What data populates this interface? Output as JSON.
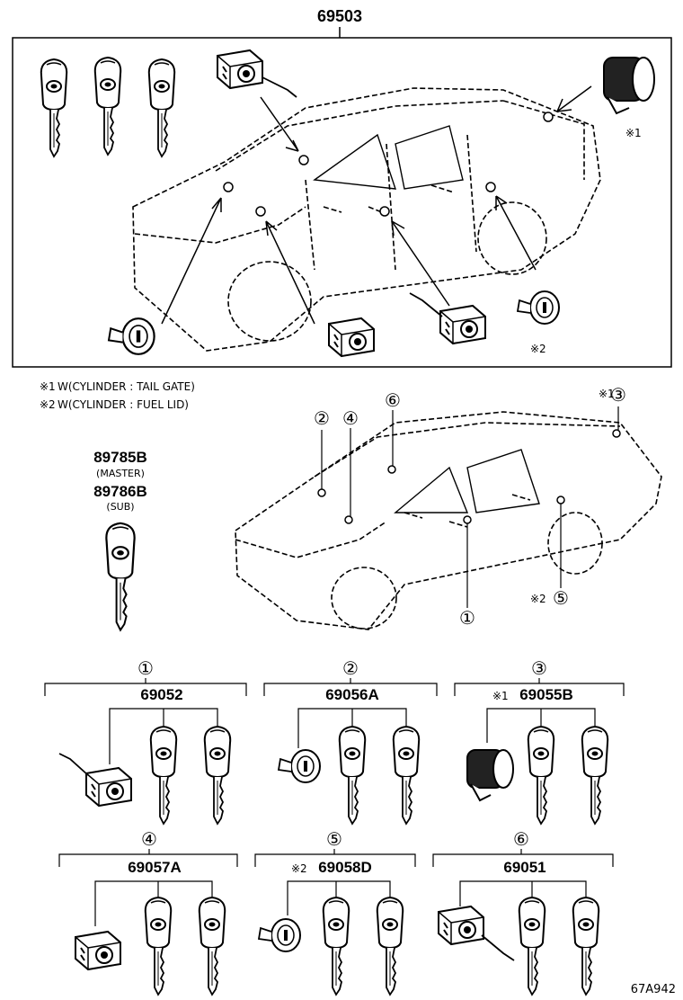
{
  "top_assembly": {
    "part_number": "69503",
    "note1_marker": "※1",
    "note2_marker": "※2"
  },
  "notes": [
    {
      "marker": "※1",
      "text": "W(CYLINDER : TAIL GATE)"
    },
    {
      "marker": "※2",
      "text": "W(CYLINDER : FUEL LID)"
    }
  ],
  "key_blank": {
    "master_number": "89785B",
    "master_label": "(MASTER)",
    "sub_number": "89786B",
    "sub_label": "(SUB)"
  },
  "vehicle_callouts": [
    {
      "id": "1",
      "label": "①"
    },
    {
      "id": "2",
      "label": "②"
    },
    {
      "id": "3",
      "label": "③",
      "prefix": "※1"
    },
    {
      "id": "4",
      "label": "④"
    },
    {
      "id": "5",
      "label": "⑤",
      "prefix": "※2"
    },
    {
      "id": "6",
      "label": "⑥"
    }
  ],
  "sets": [
    {
      "callout": "①",
      "part_number": "69052",
      "prefix": ""
    },
    {
      "callout": "②",
      "part_number": "69056A",
      "prefix": ""
    },
    {
      "callout": "③",
      "part_number": "69055B",
      "prefix": "※1"
    },
    {
      "callout": "④",
      "part_number": "69057A",
      "prefix": ""
    },
    {
      "callout": "⑤",
      "part_number": "69058D",
      "prefix": "※2"
    },
    {
      "callout": "⑥",
      "part_number": "69051",
      "prefix": ""
    }
  ],
  "figure_code": "67A942"
}
